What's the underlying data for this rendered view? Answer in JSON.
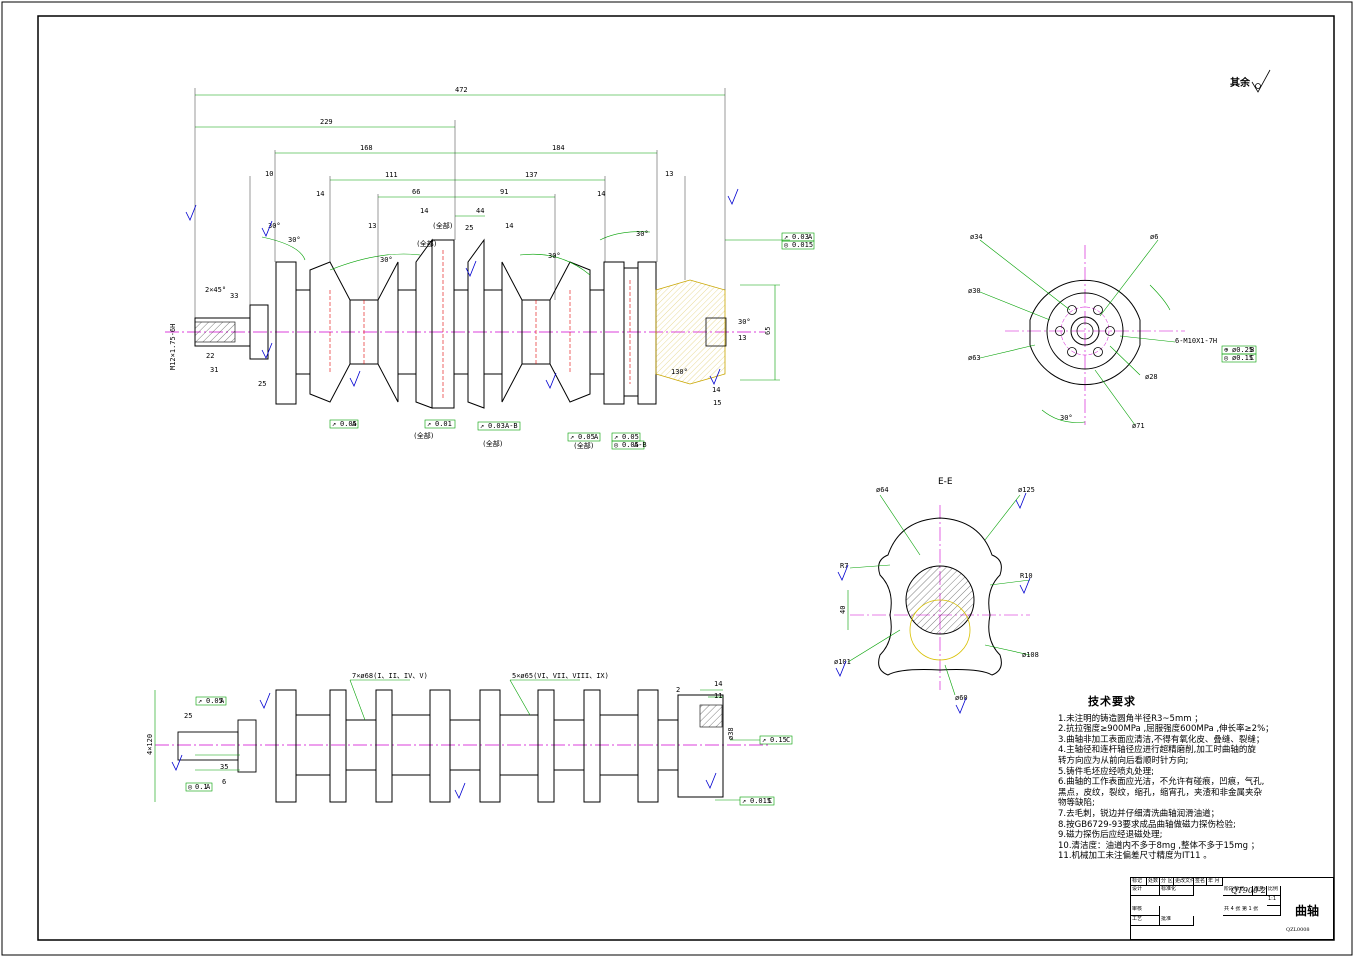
{
  "drawing": {
    "roughness_note": "其余",
    "section_label": "E-E",
    "top_dims": [
      "472",
      "229",
      "168",
      "184",
      "111",
      "137",
      "66",
      "91",
      "44",
      "14",
      "14",
      "14",
      "14",
      "13",
      "13",
      "10",
      "25"
    ],
    "top_small_labels": [
      "(全部)",
      "(全部)",
      "(全部)",
      "(全部)",
      "(全部)"
    ],
    "angles": [
      "30°",
      "30°",
      "30°",
      "30°",
      "30°",
      "130°",
      "30°"
    ],
    "left_end": {
      "chamfer": "2×45°",
      "thread": "M12×1.75-6H",
      "d1": "22",
      "d2": "31",
      "d3": "25",
      "d4": "33"
    },
    "tolerance_frames": [
      {
        "sym": "↗",
        "val": "0.03",
        "ref": "A"
      },
      {
        "sym": "◎",
        "val": "0.015",
        "ref": ""
      },
      {
        "sym": "↗",
        "val": "0.05",
        "ref": "A"
      },
      {
        "sym": "↗",
        "val": "0.03",
        "ref": "A-B"
      },
      {
        "sym": "↗",
        "val": "0.05",
        "ref": "A"
      },
      {
        "sym": "↗",
        "val": "0.01",
        "ref": ""
      },
      {
        "sym": "◎",
        "val": "0.05",
        "ref": "A-B"
      },
      {
        "sym": "↗",
        "val": "0.05",
        "ref": ""
      }
    ],
    "flange_dims": [
      "65",
      "14",
      "15",
      "13"
    ],
    "front_view": {
      "diameters": [
        "ø34",
        "ø6",
        "ø30",
        "ø63",
        "ø28",
        "ø71"
      ],
      "hole_note": "6-M10X1-7H",
      "frames": [
        {
          "sym": "⊕",
          "val": "ø0.25",
          "ref": "B"
        },
        {
          "sym": "◎",
          "val": "ø0.15",
          "ref": "C"
        }
      ],
      "angle": "30°"
    },
    "section_view": {
      "diameters": [
        "ø64",
        "ø125",
        "ø101",
        "ø108",
        "ø60"
      ],
      "radii": [
        "R7",
        "R10"
      ],
      "width": "40"
    },
    "bottom_view": {
      "dims": [
        "4×120",
        "25",
        "35",
        "6",
        "14",
        "11",
        "2",
        "ø38"
      ],
      "notes": [
        "7×ø68(I、II、IV、V)",
        "5×ø65(VI、VII、VIII、IX)"
      ],
      "frames": [
        {
          "sym": "↗",
          "val": "0.05",
          "ref": "A"
        },
        {
          "sym": "◎",
          "val": "0.1",
          "ref": "A"
        },
        {
          "sym": "↗",
          "val": "0.15",
          "ref": "C"
        },
        {
          "sym": "↗",
          "val": "0.015",
          "ref": "C"
        }
      ]
    }
  },
  "tech_requirements": {
    "title": "技术要求",
    "items": [
      "1.未注明的铸造圆角半径R3~5mm ；",
      "2.抗拉强度≥900MPa ,屈服强度600MPa ,伸长率≥2%；",
      "3.曲轴非加工表面应清洁,不得有氧化皮、叠缝、裂缝；",
      "4.主轴径和连杆轴径应进行超精磨削,加工时曲轴的旋",
      "   转方向应为从前向后看顺时针方向;",
      "5.铸件毛坯应经喷丸处理;",
      "6.曲轴的工作表面应光洁，不允许有碰痕，凹痕，气孔,",
      "   黑点，皮纹，裂纹，缩孔，缩宵孔，夹渣和非金属夹杂",
      "   物等缺陷;",
      "7.去毛刺，锐边并仔细清洗曲轴润滑油道；",
      "8.按GB6729-93要求成品曲轴做磁力探伤检验;",
      "9.磁力探伤后应经退磁处理;",
      "10.清洁度：油道内不多于8mg ,整体不多于15mg ；",
      "11.机械加工未注偏差尺寸精度为IT11 。"
    ]
  },
  "title_block": {
    "material": "QT900-2",
    "part_name": "曲轴",
    "drawing_no": "QZL0008",
    "scale": "1:1",
    "sheets": "共 4 张  第 1 张",
    "headers": [
      "标记",
      "处数",
      "分 区",
      "更改文件号",
      "签名",
      "年 月 日"
    ],
    "rows": [
      "设计",
      "标准化",
      "阶段标记",
      "重量",
      "比例",
      "审核",
      "工艺",
      "批准"
    ]
  }
}
